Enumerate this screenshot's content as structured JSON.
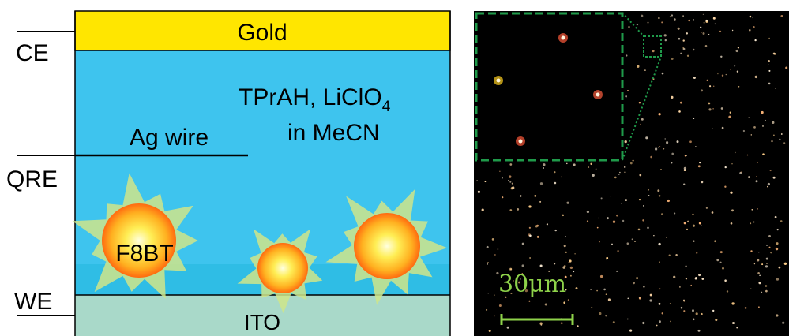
{
  "schematic": {
    "layers": {
      "top": "Gold",
      "bottom": "ITO"
    },
    "electrolyte": {
      "line1": "TPrAH, LiClO",
      "line1_sub": "4",
      "line2": "in MeCN"
    },
    "wire_label": "Ag wire",
    "electrode_labels": {
      "counter": "CE",
      "reference": "QRE",
      "working": "WE"
    },
    "particle_label": "F8BT",
    "colors": {
      "gold": "#ffe600",
      "electrolyte": "#3ec4ee",
      "ito": "#a9d9c9",
      "glow_core": "#fff6a0",
      "glow_edge": "#ff8a18",
      "ray": "#c8e37a"
    }
  },
  "micrograph": {
    "scale_bar_label": "30μm",
    "colors": {
      "background": "#000000",
      "inset_border": "#1f9a4a",
      "scale_bar": "#8ed24a",
      "spot": "#ffcf9a"
    }
  }
}
